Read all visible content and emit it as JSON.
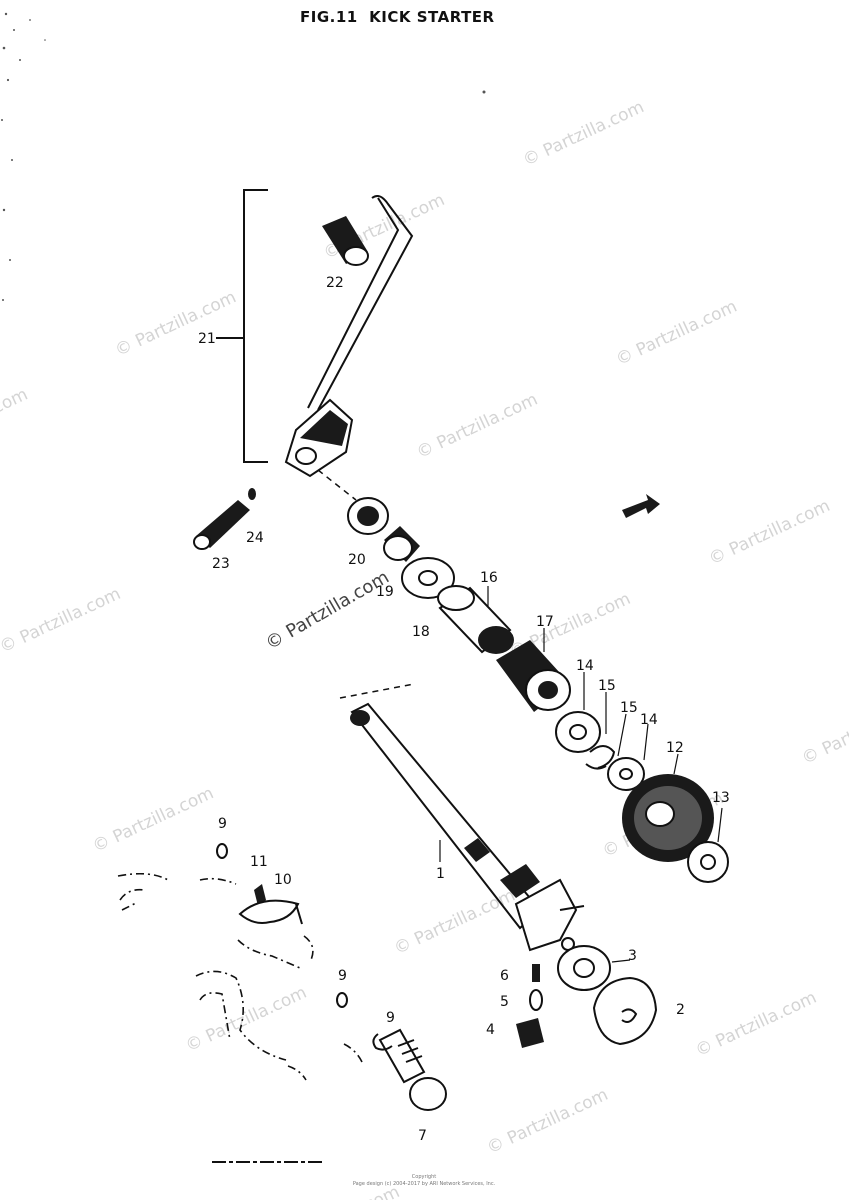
{
  "title": "FIG.11  KICK STARTER",
  "watermark": "© Partzilla.com",
  "footer": {
    "line1": "Copyright",
    "line2": "Page design (c) 2004-2017 by ARI Network Services, Inc."
  },
  "callouts": {
    "c1": "1",
    "c2": "2",
    "c3": "3",
    "c4": "4",
    "c5": "5",
    "c6": "6",
    "c7": "7",
    "c9a": "9",
    "c9b": "9",
    "c9c": "9",
    "c10": "10",
    "c11": "11",
    "c12": "12",
    "c13": "13",
    "c14a": "14",
    "c14b": "14",
    "c15a": "15",
    "c15b": "15",
    "c16": "16",
    "c17": "17",
    "c18": "18",
    "c19": "19",
    "c20": "20",
    "c21": "21",
    "c22": "22",
    "c23": "23",
    "c24": "24"
  }
}
